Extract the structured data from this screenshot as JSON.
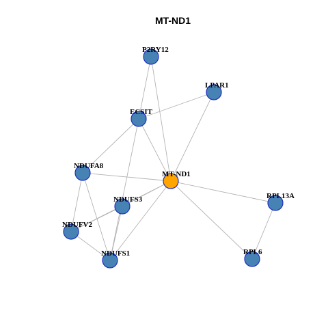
{
  "title": "MT-ND1",
  "colors": {
    "node_fill": "#4682b4",
    "node_stroke": "#1f2fbf",
    "highlight_fill": "#ffa500",
    "edge": "#b3b3b3"
  },
  "nodes": [
    {
      "id": "P2RY12",
      "label": "P2RY12",
      "highlight": false
    },
    {
      "id": "LPAR1",
      "label": "LPAR1",
      "highlight": false
    },
    {
      "id": "ECSIT",
      "label": "ECSIT",
      "highlight": false
    },
    {
      "id": "NDUFA8",
      "label": "NDUFA8",
      "highlight": false
    },
    {
      "id": "MT-ND1",
      "label": "MT-ND1",
      "highlight": true
    },
    {
      "id": "NDUFS3",
      "label": "NDUFS3",
      "highlight": false
    },
    {
      "id": "RPL13A",
      "label": "RPL13A",
      "highlight": false
    },
    {
      "id": "NDUFV2",
      "label": "NDUFV2",
      "highlight": false
    },
    {
      "id": "NDUFS1",
      "label": "NDUFS1",
      "highlight": false
    },
    {
      "id": "RPL6",
      "label": "RPL6",
      "highlight": false
    }
  ],
  "edges": [
    [
      "P2RY12",
      "ECSIT"
    ],
    [
      "P2RY12",
      "MT-ND1"
    ],
    [
      "LPAR1",
      "ECSIT"
    ],
    [
      "LPAR1",
      "MT-ND1"
    ],
    [
      "ECSIT",
      "NDUFA8"
    ],
    [
      "ECSIT",
      "MT-ND1"
    ],
    [
      "ECSIT",
      "NDUFS1"
    ],
    [
      "NDUFA8",
      "MT-ND1"
    ],
    [
      "NDUFA8",
      "NDUFV2"
    ],
    [
      "NDUFA8",
      "NDUFS1"
    ],
    [
      "MT-ND1",
      "NDUFS3"
    ],
    [
      "MT-ND1",
      "NDUFV2"
    ],
    [
      "MT-ND1",
      "NDUFS1"
    ],
    [
      "MT-ND1",
      "RPL13A"
    ],
    [
      "MT-ND1",
      "RPL6"
    ],
    [
      "NDUFS3",
      "NDUFV2"
    ],
    [
      "NDUFS3",
      "NDUFS1"
    ],
    [
      "NDUFV2",
      "NDUFS1"
    ],
    [
      "RPL13A",
      "RPL6"
    ]
  ]
}
